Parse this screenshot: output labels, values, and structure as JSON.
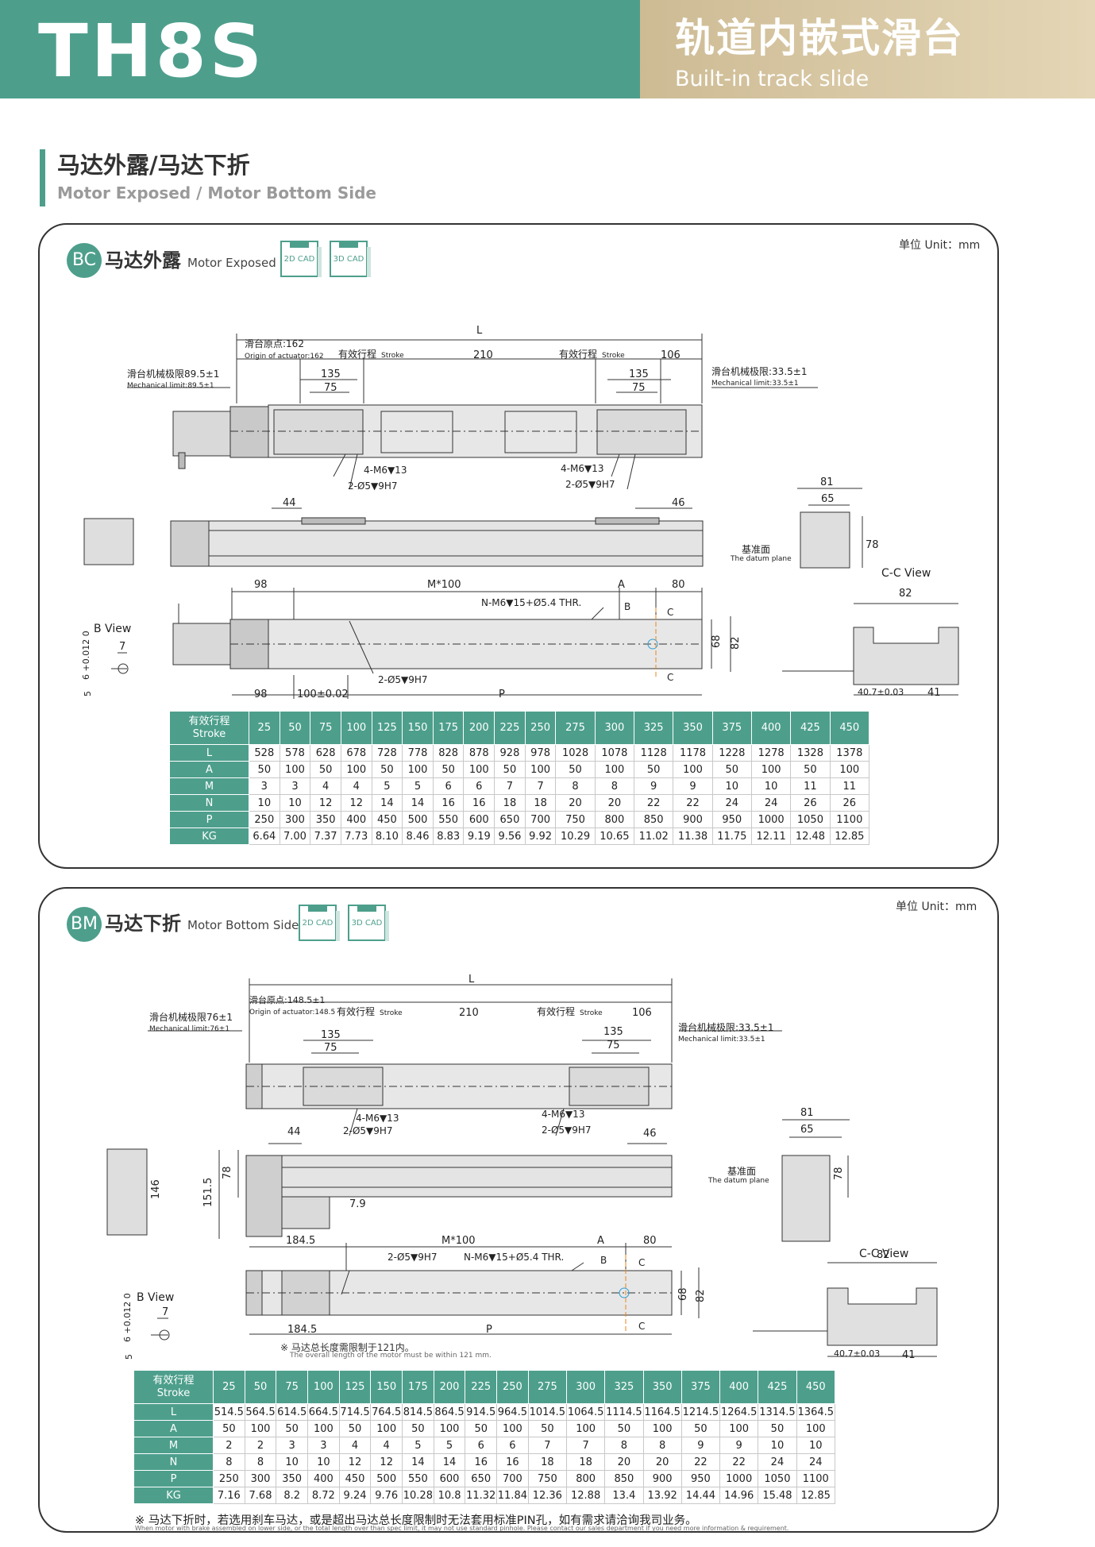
{
  "header": {
    "model": "TH8S",
    "title_cn": "轨道内嵌式滑台",
    "title_en": "Built-in track slide"
  },
  "section": {
    "title_cn": "马达外露/马达下折",
    "title_en": "Motor Exposed / Motor Bottom Side"
  },
  "colors": {
    "brand": "#4d9f8c",
    "gold": "#d8c8a4",
    "accent_orange": "#e8841c",
    "accent_blue": "#2a9fd6"
  },
  "panels": [
    {
      "badge": "BC",
      "title_cn": "马达外露",
      "title_en": "Motor Exposed",
      "unit": "单位 Unit：mm",
      "cad": [
        "2D CAD",
        "3D CAD"
      ],
      "labels": {
        "origin_cn": "滑台原点:162",
        "origin_en": "Origin of actuator:162",
        "stroke_cn": "有效行程",
        "stroke_en": "Stroke",
        "limit_left_cn": "滑台机械极限89.5±1",
        "limit_left_en": "Mechanical limit:89.5±1",
        "limit_right_cn": "滑台机械极限:33.5±1",
        "limit_right_en": "Mechanical limit:33.5±1",
        "tap": "4-M6▼13",
        "pin": "2-Ø5▼9H7",
        "thr": "N-M6▼15+Ø5.4 THR.",
        "datum_cn": "基准面",
        "datum_en": "The datum plane",
        "b_view": "B View",
        "cc_view": "C-C View",
        "b": "B",
        "c": "C",
        "L": "L",
        "A": "A",
        "P": "P",
        "M100": "M*100",
        "d210": "210",
        "d106": "106",
        "d135": "135",
        "d75": "75",
        "d44": "44",
        "d46": "46",
        "d98": "98",
        "d80": "80",
        "d100": "100±0.02",
        "d81": "81",
        "d65": "65",
        "d78": "78",
        "d82": "82",
        "d68": "68",
        "d407": "40.7±0.03",
        "d41": "41",
        "d7": "7",
        "d6": "6 +0.012 0",
        "d5": "5"
      },
      "table": {
        "header_cn": "有效行程",
        "header_en": "Stroke",
        "strokes": [
          "25",
          "50",
          "75",
          "100",
          "125",
          "150",
          "175",
          "200",
          "225",
          "250",
          "275",
          "300",
          "325",
          "350",
          "375",
          "400",
          "425",
          "450"
        ],
        "rows": [
          {
            "label": "L",
            "values": [
              "528",
              "578",
              "628",
              "678",
              "728",
              "778",
              "828",
              "878",
              "928",
              "978",
              "1028",
              "1078",
              "1128",
              "1178",
              "1228",
              "1278",
              "1328",
              "1378"
            ]
          },
          {
            "label": "A",
            "values": [
              "50",
              "100",
              "50",
              "100",
              "50",
              "100",
              "50",
              "100",
              "50",
              "100",
              "50",
              "100",
              "50",
              "100",
              "50",
              "100",
              "50",
              "100"
            ]
          },
          {
            "label": "M",
            "values": [
              "3",
              "3",
              "4",
              "4",
              "5",
              "5",
              "6",
              "6",
              "7",
              "7",
              "8",
              "8",
              "9",
              "9",
              "10",
              "10",
              "11",
              "11"
            ]
          },
          {
            "label": "N",
            "values": [
              "10",
              "10",
              "12",
              "12",
              "14",
              "14",
              "16",
              "16",
              "18",
              "18",
              "20",
              "20",
              "22",
              "22",
              "24",
              "24",
              "26",
              "26"
            ]
          },
          {
            "label": "P",
            "values": [
              "250",
              "300",
              "350",
              "400",
              "450",
              "500",
              "550",
              "600",
              "650",
              "700",
              "750",
              "800",
              "850",
              "900",
              "950",
              "1000",
              "1050",
              "1100"
            ]
          },
          {
            "label": "KG",
            "values": [
              "6.64",
              "7.00",
              "7.37",
              "7.73",
              "8.10",
              "8.46",
              "8.83",
              "9.19",
              "9.56",
              "9.92",
              "10.29",
              "10.65",
              "11.02",
              "11.38",
              "11.75",
              "12.11",
              "12.48",
              "12.85"
            ]
          }
        ]
      }
    },
    {
      "badge": "BM",
      "title_cn": "马达下折",
      "title_en": "Motor Bottom Side",
      "unit": "单位 Unit：mm",
      "cad": [
        "2D CAD",
        "3D CAD"
      ],
      "labels": {
        "origin_cn": "滑台原点:148.5±1",
        "origin_en": "Origin of actuator:148.5",
        "stroke_cn": "有效行程",
        "stroke_en": "Stroke",
        "limit_left_cn": "滑台机械极限76±1",
        "limit_left_en": "Mechanical limit:76±1",
        "limit_right_cn": "滑台机械极限:33.5±1",
        "limit_right_en": "Mechanical limit:33.5±1",
        "tap": "4-M6▼13",
        "pin": "2-Ø5▼9H7",
        "thr": "N-M6▼15+Ø5.4 THR.",
        "datum_cn": "基准面",
        "datum_en": "The datum plane",
        "b_view": "B View",
        "cc_view": "C-C View",
        "b": "B",
        "c": "C",
        "L": "L",
        "A": "A",
        "P": "P",
        "M100": "M*100",
        "d210": "210",
        "d106": "106",
        "d135": "135",
        "d75": "75",
        "d44": "44",
        "d46": "46",
        "d1845": "184.5",
        "d80": "80",
        "d78": "78",
        "d1515": "151.5",
        "d146": "146",
        "d79": "7.9",
        "d81": "81",
        "d65": "65",
        "d82": "82",
        "d68": "68",
        "d407": "40.7±0.03",
        "d41": "41",
        "d7": "7",
        "d6": "6 +0.012 0",
        "d5": "5",
        "motor_note_cn": "※ 马达总长度需限制于121内。",
        "motor_note_en": "The overall length of the motor must be within 121 mm."
      },
      "table": {
        "header_cn": "有效行程",
        "header_en": "Stroke",
        "strokes": [
          "25",
          "50",
          "75",
          "100",
          "125",
          "150",
          "175",
          "200",
          "225",
          "250",
          "275",
          "300",
          "325",
          "350",
          "375",
          "400",
          "425",
          "450"
        ],
        "rows": [
          {
            "label": "L",
            "values": [
              "514.5",
              "564.5",
              "614.5",
              "664.5",
              "714.5",
              "764.5",
              "814.5",
              "864.5",
              "914.5",
              "964.5",
              "1014.5",
              "1064.5",
              "1114.5",
              "1164.5",
              "1214.5",
              "1264.5",
              "1314.5",
              "1364.5"
            ]
          },
          {
            "label": "A",
            "values": [
              "50",
              "100",
              "50",
              "100",
              "50",
              "100",
              "50",
              "100",
              "50",
              "100",
              "50",
              "100",
              "50",
              "100",
              "50",
              "100",
              "50",
              "100"
            ]
          },
          {
            "label": "M",
            "values": [
              "2",
              "2",
              "3",
              "3",
              "4",
              "4",
              "5",
              "5",
              "6",
              "6",
              "7",
              "7",
              "8",
              "8",
              "9",
              "9",
              "10",
              "10"
            ]
          },
          {
            "label": "N",
            "values": [
              "8",
              "8",
              "10",
              "10",
              "12",
              "12",
              "14",
              "14",
              "16",
              "16",
              "18",
              "18",
              "20",
              "20",
              "22",
              "22",
              "24",
              "24"
            ]
          },
          {
            "label": "P",
            "values": [
              "250",
              "300",
              "350",
              "400",
              "450",
              "500",
              "550",
              "600",
              "650",
              "700",
              "750",
              "800",
              "850",
              "900",
              "950",
              "1000",
              "1050",
              "1100"
            ]
          },
          {
            "label": "KG",
            "values": [
              "7.16",
              "7.68",
              "8.2",
              "8.72",
              "9.24",
              "9.76",
              "10.28",
              "10.8",
              "11.32",
              "11.84",
              "12.36",
              "12.88",
              "13.4",
              "13.92",
              "14.44",
              "14.96",
              "15.48",
              "12.85"
            ]
          }
        ]
      }
    }
  ],
  "footnote": {
    "cn": "※ 马达下折时，若选用刹车马达，或是超出马达总长度限制时无法套用标准PIN孔，如有需求请洽询我司业务。",
    "en": "When motor with brake assembled on lower side, or the total length over than spec limit, it may not use standard pinhole. Please contact our sales department if you need more information & requirement."
  }
}
